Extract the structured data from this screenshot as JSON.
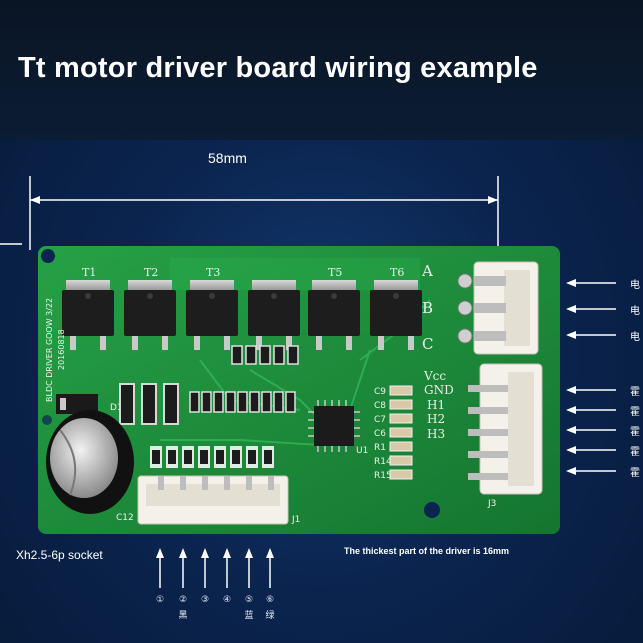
{
  "title": "Tt motor driver board wiring example",
  "dimension_label": "58mm",
  "socket_caption": "Xh2.5-6p socket",
  "thickness_caption": "The thickest part of the driver is 16mm",
  "pin_labels": [
    "①",
    "②",
    "③",
    "④",
    "⑤",
    "⑥"
  ],
  "pin_color_labels": [
    "",
    "黑",
    "",
    "",
    "蓝",
    "绿"
  ],
  "right_wire_labels": [
    "电",
    "电",
    "电",
    "霍",
    "霍",
    "霍",
    "霍",
    "霍"
  ],
  "board": {
    "mosfets": [
      "T1",
      "T2",
      "T3",
      "",
      "T5",
      "T6"
    ],
    "phase_labels": [
      "A",
      "B",
      "C"
    ],
    "hall_labels": [
      "Vcc",
      "GND",
      "H1",
      "H2",
      "H3"
    ],
    "connector_labels": [
      "J1",
      "J3",
      "C12",
      "U1",
      "D1"
    ],
    "cap_labels": [
      "C9",
      "C8",
      "C7",
      "C6"
    ],
    "res_labels": [
      "R1",
      "R14",
      "R15"
    ],
    "vertical_text": "BLDC DRIVER GOOW 3/22",
    "date_text": "20160818"
  },
  "colors": {
    "background": "#0b2550",
    "board": "#1e8a3a",
    "text": "#ffffff"
  }
}
